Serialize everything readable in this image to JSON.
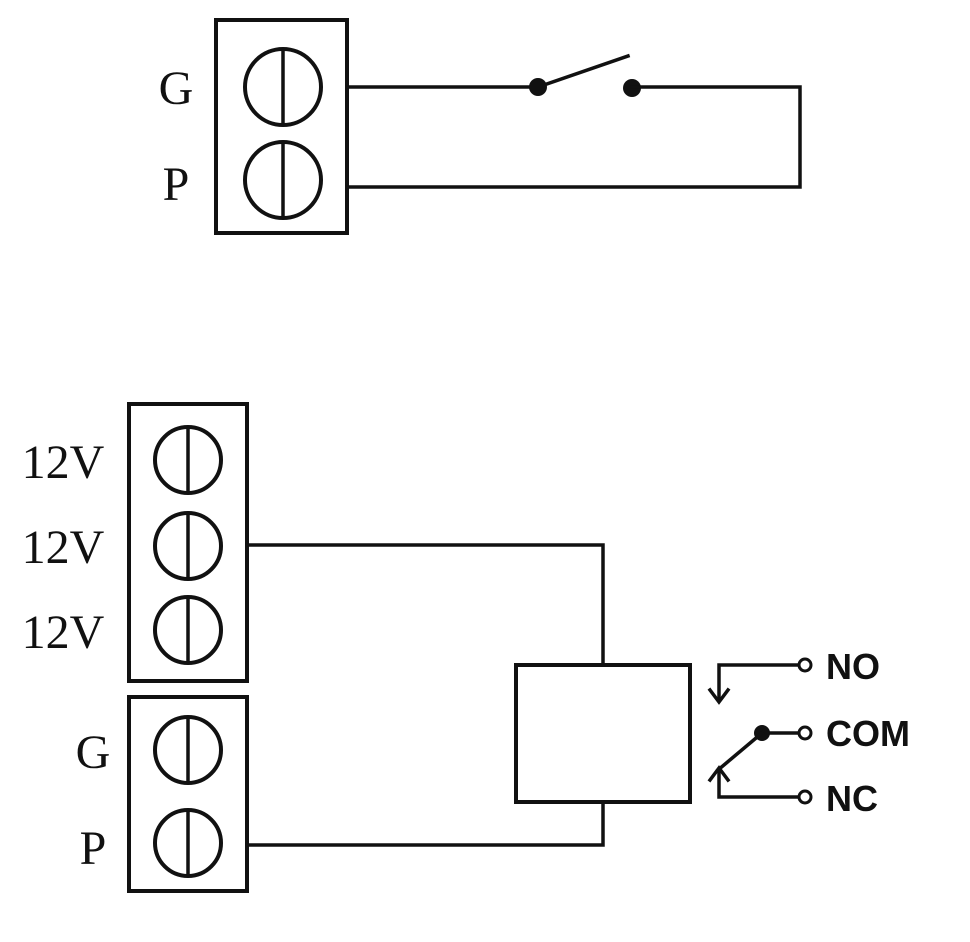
{
  "top_terminal": {
    "labels": [
      "G",
      "P"
    ]
  },
  "bottom_power_terminal": {
    "labels": [
      "12V",
      "12V",
      "12V"
    ]
  },
  "bottom_input_terminal": {
    "labels": [
      "G",
      "P"
    ]
  },
  "relay_contacts": {
    "no": "NO",
    "com": "COM",
    "nc": "NC"
  }
}
